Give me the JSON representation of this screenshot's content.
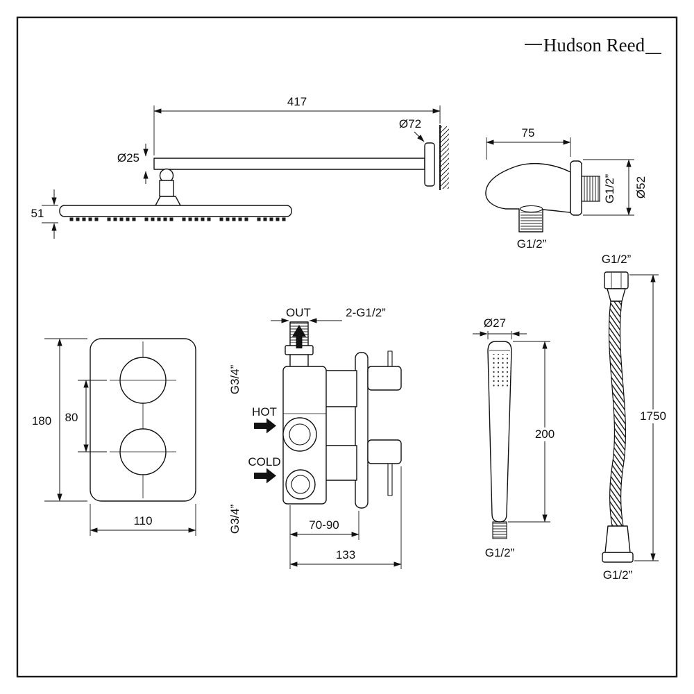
{
  "brand": {
    "name": "Hudson Reed"
  },
  "rain_head": {
    "arm_length": "417",
    "wall_flange_diameter": "Ø72",
    "arm_diameter": "Ø25",
    "head_thickness": "51"
  },
  "outlet_elbow": {
    "depth": "75",
    "wall_thread": "G1/2”",
    "flange_diameter": "Ø52",
    "outlet_thread": "G1/2”"
  },
  "valve_front": {
    "height": "180",
    "handle_spacing": "80",
    "width": "110"
  },
  "valve_side": {
    "out_label": "OUT",
    "outlet_thread": "2-G1/2”",
    "top_inlet_thread": "G3/4”",
    "hot_label": "HOT",
    "cold_label": "COLD",
    "bottom_inlet_thread": "G3/4”",
    "recess_depth": "70-90",
    "total_depth": "133"
  },
  "handset": {
    "diameter": "Ø27",
    "length": "200",
    "thread": "G1/2”"
  },
  "hose": {
    "top_thread": "G1/2”",
    "length": "1750",
    "bottom_thread": "G1/2”"
  }
}
